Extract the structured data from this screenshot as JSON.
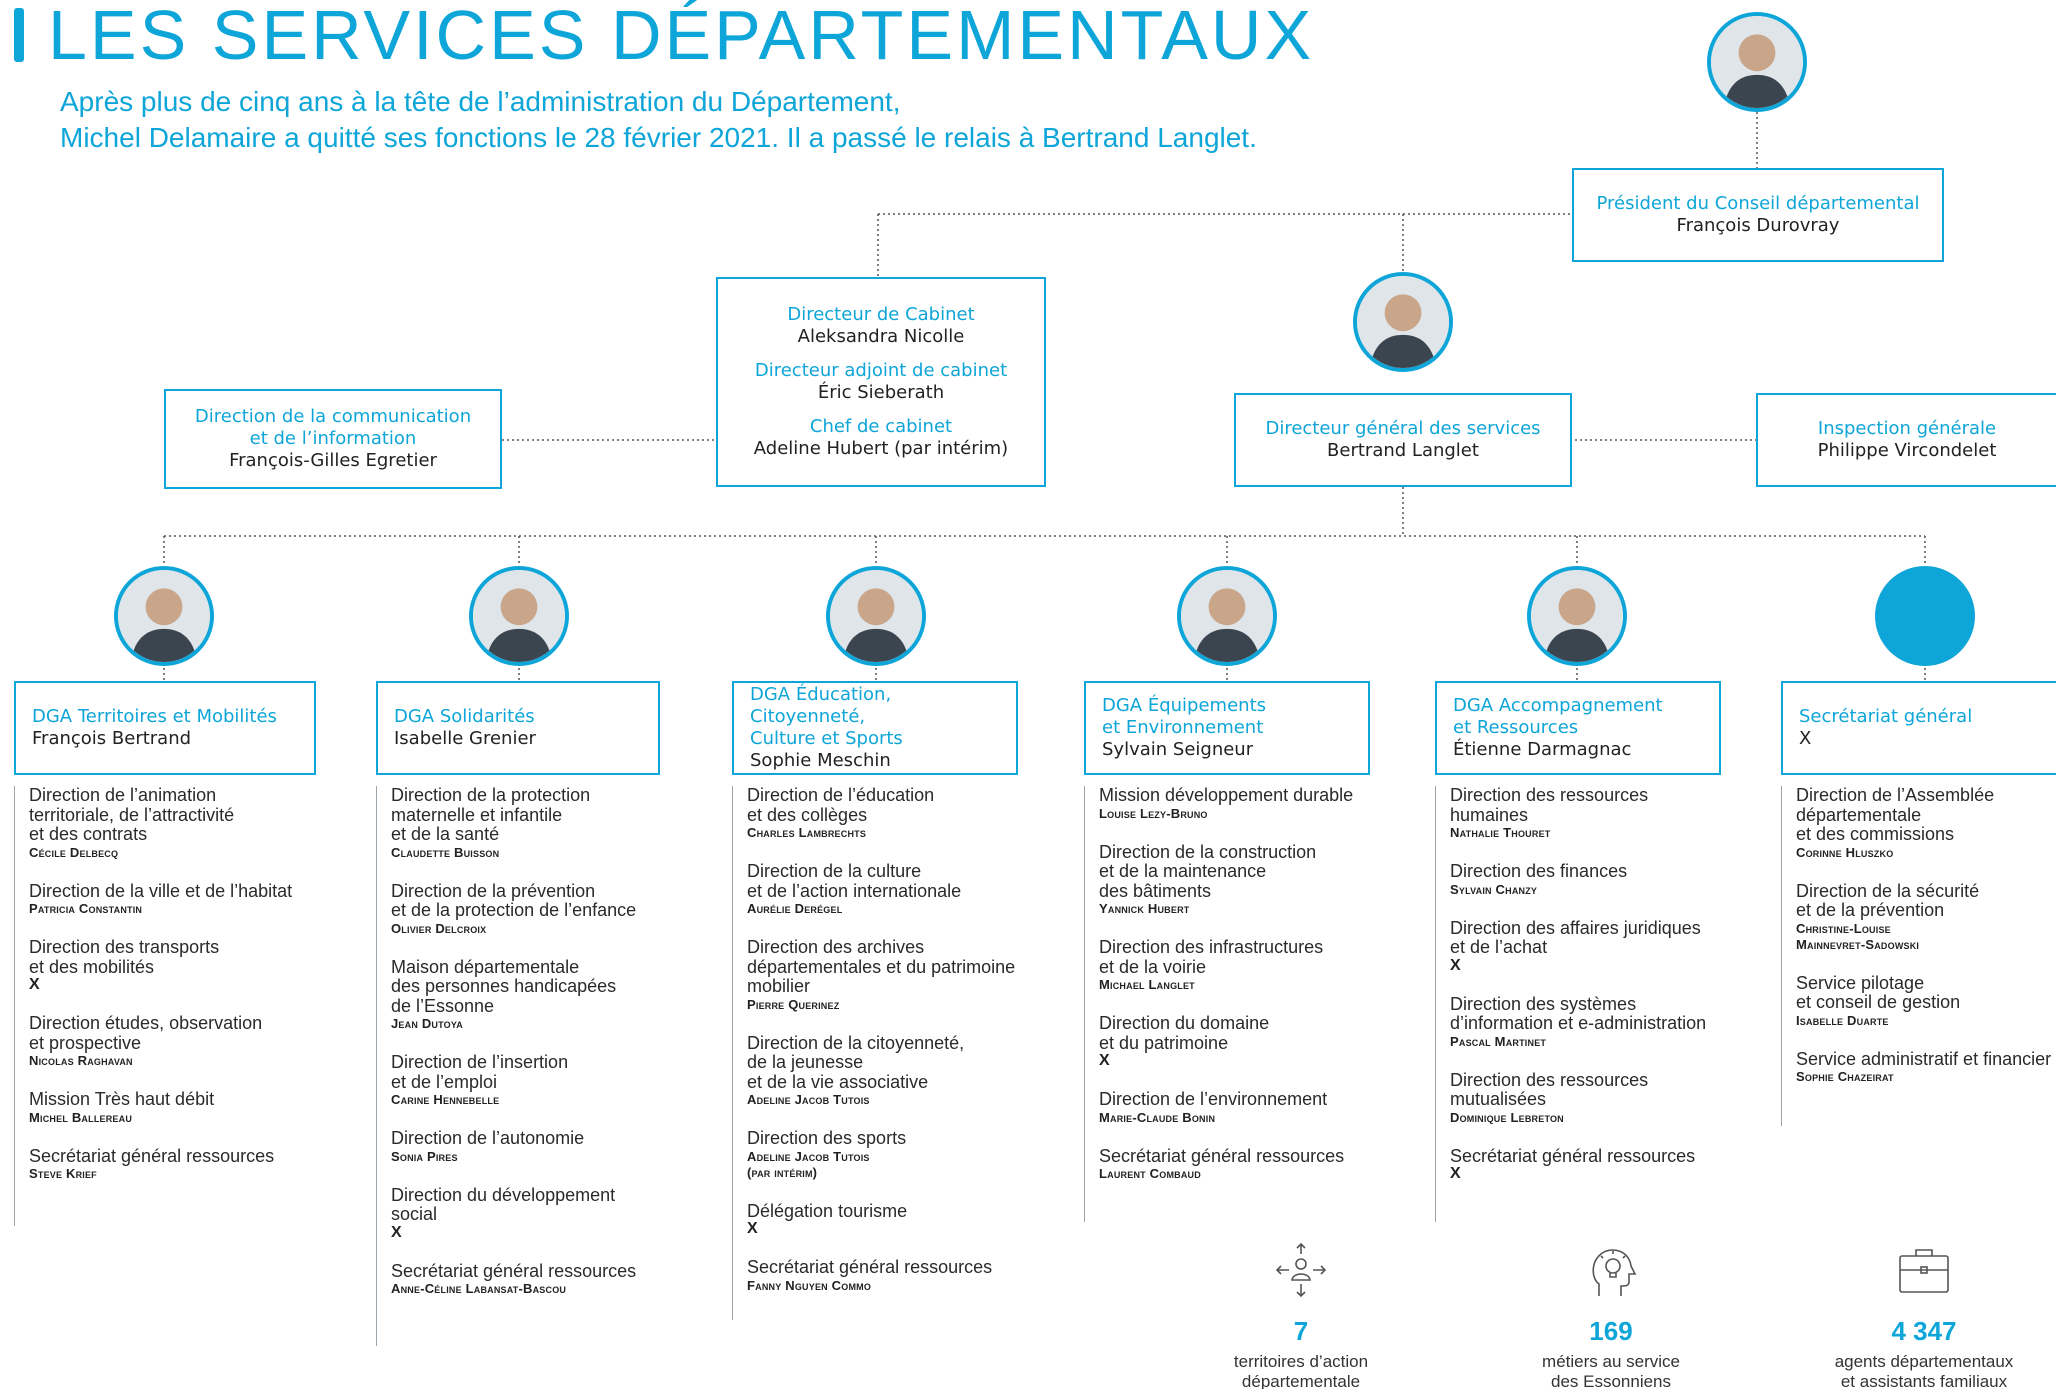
{
  "header": {
    "title": "LES SERVICES DÉPARTEMENTAUX",
    "intro_line1": "Après plus de cinq ans à la tête de l’administration du Département,",
    "intro_line2": "Michel Delamaire a quitté ses fonctions le 28 février 2021. Il a passé le relais à Bertrand Langlet."
  },
  "colors": {
    "accent": "#0ea5d8",
    "text": "#222222",
    "line": "#9aa4aa"
  },
  "president": {
    "role": "Président du Conseil départemental",
    "person": "François Durovray"
  },
  "cabinet": [
    {
      "role": "Directeur de Cabinet",
      "person": "Aleksandra Nicolle"
    },
    {
      "role": "Directeur adjoint de cabinet",
      "person": "Éric Sieberath"
    },
    {
      "role": "Chef de cabinet",
      "person": "Adeline Hubert (par intérim)"
    }
  ],
  "communication": {
    "role_line1": "Direction de la communication",
    "role_line2": "et de l’information",
    "person": "François-Gilles Egretier"
  },
  "dgs": {
    "role": "Directeur général des services",
    "person": "Bertrand Langlet"
  },
  "inspection": {
    "role": "Inspection générale",
    "person": "Philippe Vircondelet"
  },
  "dgas": [
    {
      "role": "DGA Territoires et Mobilités",
      "person": "François Bertrand",
      "items": [
        {
          "name": "Direction de l’animation\nterritoriale, de l’attractivité\net des contrats",
          "who": "Cécile Delbecq"
        },
        {
          "name": "Direction de la ville et de l’habitat",
          "who": "Patricia Constantin"
        },
        {
          "name": "Direction des transports\net des mobilités",
          "who": "X"
        },
        {
          "name": "Direction études, observation\net prospective",
          "who": "Nicolas Raghavan"
        },
        {
          "name": "Mission Très haut débit",
          "who": "Michel Ballereau"
        },
        {
          "name": "Secrétariat général ressources",
          "who": "Steve Krief"
        }
      ]
    },
    {
      "role": "DGA Solidarités",
      "person": "Isabelle Grenier",
      "items": [
        {
          "name": "Direction de la protection\nmaternelle et infantile\net de la santé",
          "who": "Claudette Buisson"
        },
        {
          "name": "Direction de la prévention\net de la protection de l’enfance",
          "who": "Olivier Delcroix"
        },
        {
          "name": "Maison départementale\ndes personnes handicapées\nde l’Essonne",
          "who": "Jean Dutoya"
        },
        {
          "name": "Direction de l’insertion\net de l’emploi",
          "who": "Carine Hennebelle"
        },
        {
          "name": "Direction de l’autonomie",
          "who": "Sonia Pires"
        },
        {
          "name": "Direction du développement\nsocial",
          "who": "X"
        },
        {
          "name": "Secrétariat général ressources",
          "who": "Anne-Céline Labansat-Bascou"
        }
      ]
    },
    {
      "role": "DGA Éducation, Citoyenneté,\nCulture et Sports",
      "person": "Sophie Meschin",
      "items": [
        {
          "name": "Direction de l’éducation\net des collèges",
          "who": "Charles Lambrechts"
        },
        {
          "name": "Direction de la culture\net de l’action internationale",
          "who": "Aurélie Derégel"
        },
        {
          "name": "Direction des archives\ndépartementales et du patrimoine\nmobilier",
          "who": "Pierre Querinez"
        },
        {
          "name": "Direction de la citoyenneté,\nde la jeunesse\net de la vie associative",
          "who": "Adeline Jacob Tutois"
        },
        {
          "name": "Direction des sports",
          "who": "Adeline Jacob Tutois\n(par intérim)"
        },
        {
          "name": "Délégation tourisme",
          "who": "X"
        },
        {
          "name": "Secrétariat général ressources",
          "who": "Fanny Nguyen Commo"
        }
      ]
    },
    {
      "role": "DGA Équipements\net Environnement",
      "person": "Sylvain Seigneur",
      "items": [
        {
          "name": "Mission développement durable",
          "who": "Louise Lezy-Bruno"
        },
        {
          "name": "Direction de la construction\net de la maintenance\ndes bâtiments",
          "who": "Yannick Hubert"
        },
        {
          "name": "Direction des infrastructures\net de la voirie",
          "who": "Michael Langlet"
        },
        {
          "name": "Direction du domaine\net du patrimoine",
          "who": "X"
        },
        {
          "name": "Direction de l’environnement",
          "who": "Marie-Claude Bonin"
        },
        {
          "name": "Secrétariat général ressources",
          "who": "Laurent Combaud"
        }
      ]
    },
    {
      "role": "DGA Accompagnement\net Ressources",
      "person": "Étienne Darmagnac",
      "items": [
        {
          "name": "Direction des ressources\nhumaines",
          "who": "Nathalie Thouret"
        },
        {
          "name": "Direction des finances",
          "who": "Sylvain Chanzy"
        },
        {
          "name": "Direction des affaires juridiques\net de l’achat",
          "who": "X"
        },
        {
          "name": "Direction des systèmes\nd’information et e-administration",
          "who": "Pascal Martinet"
        },
        {
          "name": "Direction des ressources\nmutualisées",
          "who": "Dominique Lebreton"
        },
        {
          "name": "Secrétariat général ressources",
          "who": "X"
        }
      ]
    },
    {
      "role": "Secrétariat général",
      "person": "X",
      "items": [
        {
          "name": "Direction de l’Assemblée\ndépartementale\net des commissions",
          "who": "Corinne Hluszko"
        },
        {
          "name": "Direction de la sécurité\net de la prévention",
          "who": "Christine-Louise\nMainnevret-Sadowski"
        },
        {
          "name": "Service pilotage\net conseil de gestion",
          "who": "Isabelle Duarte"
        },
        {
          "name": "Service administratif et financier",
          "who": "Sophie Chazeirat"
        }
      ]
    }
  ],
  "stats": [
    {
      "icon": "territories-icon",
      "value": "7",
      "label": "territoires d’action\ndépartementale"
    },
    {
      "icon": "idea-head-icon",
      "value": "169",
      "label": "métiers au service\ndes Essonniens"
    },
    {
      "icon": "briefcase-icon",
      "value": "4 347",
      "label": "agents départementaux\net assistants familiaux"
    }
  ]
}
